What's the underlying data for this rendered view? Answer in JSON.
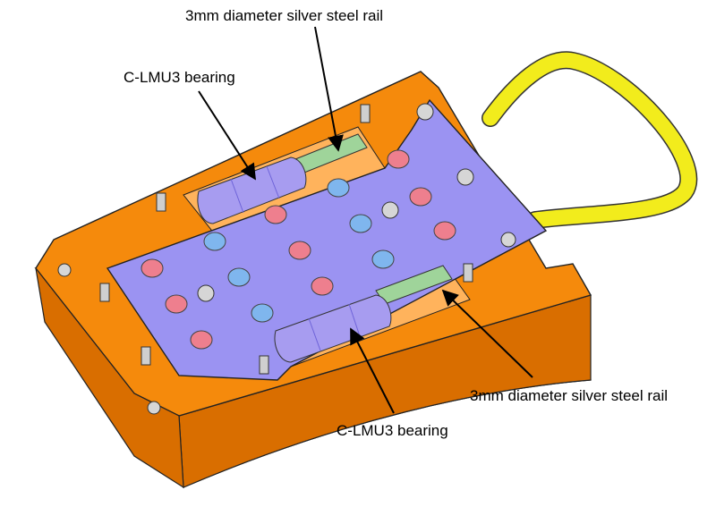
{
  "labels": {
    "rail_top": "3mm diameter silver steel rail",
    "bearing_top": "C-LMU3 bearing",
    "rail_bottom": "3mm diameter silver steel rail",
    "bearing_bottom": "C-LMU3 bearing"
  },
  "colors": {
    "housing": "#f58a0c",
    "housing_dark": "#d96e00",
    "housing_shadow": "#b85a00",
    "plate": "#9b93f2",
    "plate_edge": "#6e63d8",
    "dot_red": "#ee7f8e",
    "dot_blue": "#7fb6ee",
    "bearing": "#a79cf0",
    "rail": "#9fd49a",
    "handle": "#f2ec1c",
    "screw": "#d6d6d6"
  }
}
